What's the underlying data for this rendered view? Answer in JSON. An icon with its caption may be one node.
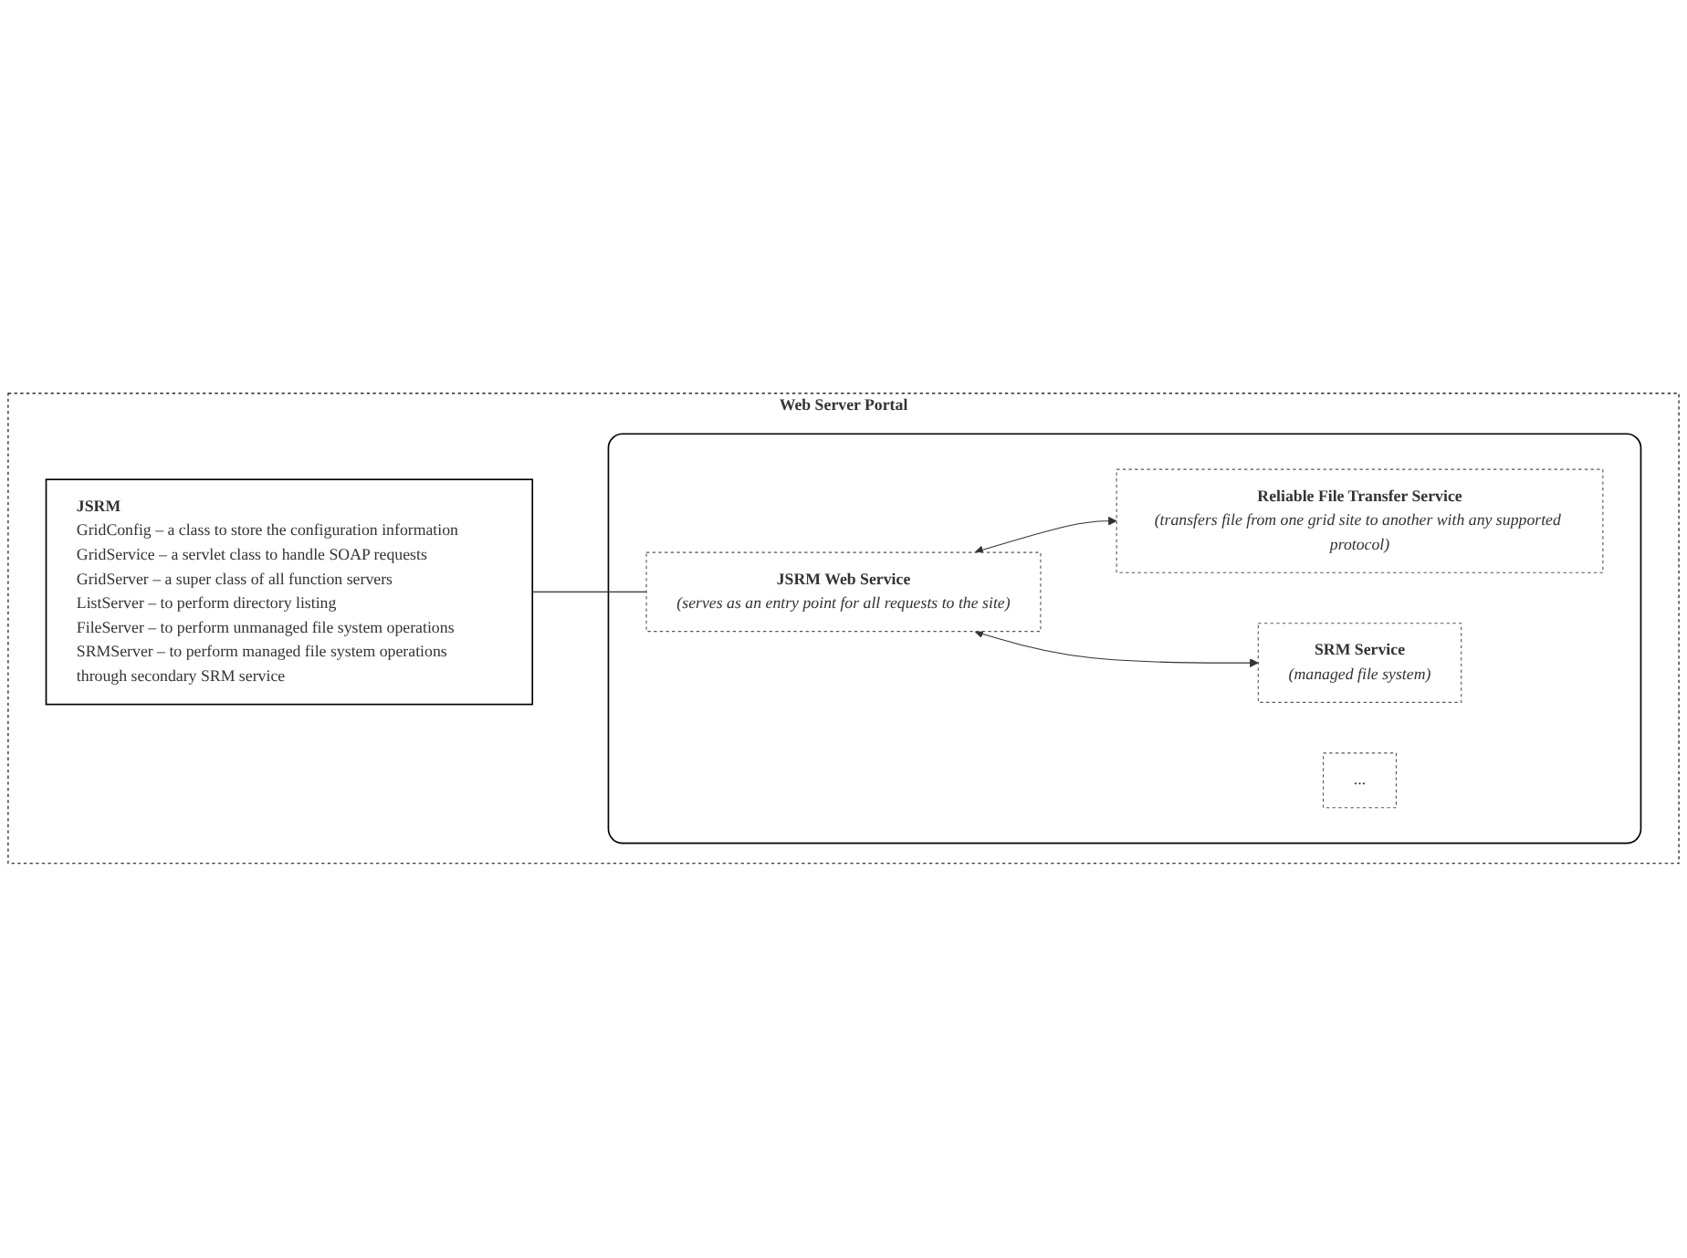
{
  "diagram": {
    "nodes": [
      {
        "text": [
          "Web Server Portal"
        ]
      },
      {
        "text": [
          "JSRM",
          "GridConfig – a class to store the configuration information",
          "GridService – a servlet class to handle SOAP requests",
          "GridServer – a super class of all function servers",
          "ListServer – to perform directory listing",
          "FileServer – to perform unmanaged file system operations",
          "SRMServer – to perform managed file system operations through secondary SRM service"
        ],
        "in": 0
      },
      {
        "text": [],
        "shape": "box",
        "in": 0
      },
      {
        "text": [
          "JSRM Web Service",
          "(serves as an entry point for all requests to the site)"
        ],
        "in": 2
      },
      {
        "text": [
          "SRM Service",
          "(managed file system)"
        ],
        "in": 2
      },
      {
        "text": [
          "Reliable File Transfer Service",
          "(transfers file from one grid site to another with any supported protocol)"
        ],
        "in": 2
      },
      {
        "text": [
          "..."
        ],
        "in": 2
      }
    ],
    "edges": [
      {
        "from": 1,
        "to": 3,
        "arrow": "none"
      },
      {
        "from": 3,
        "to": 5,
        "arrow": "both"
      },
      {
        "from": 3,
        "to": 4,
        "arrow": "both"
      }
    ]
  }
}
